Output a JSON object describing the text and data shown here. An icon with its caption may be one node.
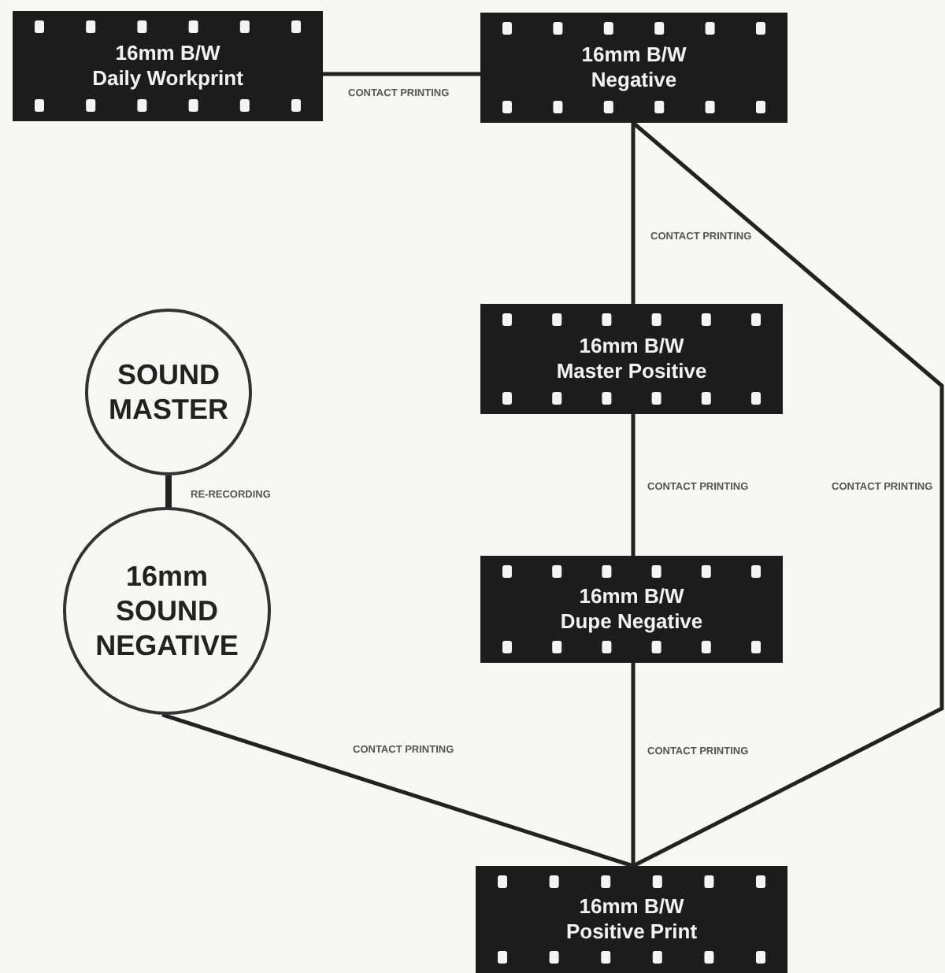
{
  "diagram": {
    "nodes": [
      {
        "text": [
          "16mm B/W Daily Workprint"
        ]
      },
      {
        "text": [
          "16mm B/W Negative"
        ]
      },
      {
        "text": [
          "16mm B/W Master Positive"
        ]
      },
      {
        "text": [
          "16mm B/W Dupe Negative"
        ]
      },
      {
        "text": [
          "16mm B/W Positive Print"
        ]
      },
      {
        "text": [
          "SOUND MASTER"
        ]
      },
      {
        "text": [
          "16mm SOUND NEGATIVE"
        ]
      }
    ],
    "edges": [
      {
        "from": 1,
        "to": 0,
        "arrow": "none",
        "label": "CONTACT PRINTING"
      },
      {
        "from": 1,
        "to": 2,
        "arrow": "none",
        "label": "CONTACT PRINTING"
      },
      {
        "from": 1,
        "to": 4,
        "arrow": "none",
        "label": "CONTACT PRINTING"
      },
      {
        "from": 2,
        "to": 3,
        "arrow": "none",
        "label": "CONTACT PRINTING"
      },
      {
        "from": 5,
        "to": 6,
        "arrow": "none",
        "label": "RE-RECORDING"
      },
      {
        "from": 6,
        "to": 4,
        "arrow": "none",
        "label": "CONTACT PRINTING"
      },
      {
        "from": 3,
        "to": 4,
        "arrow": "none",
        "label": "CONTACT PRINTING"
      }
    ]
  }
}
